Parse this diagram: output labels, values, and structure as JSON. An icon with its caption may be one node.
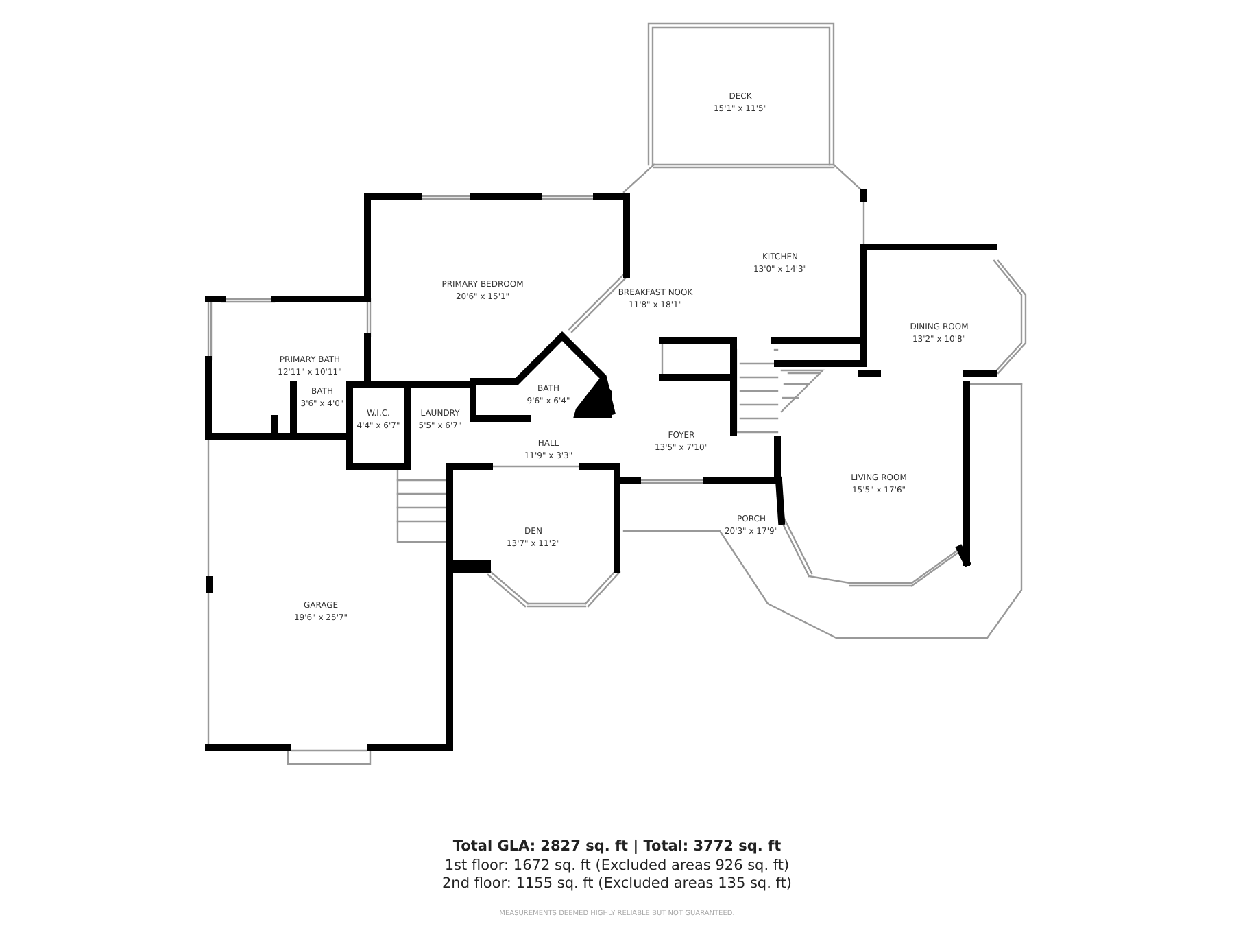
{
  "diagram": {
    "labels": [
      "DECK",
      "15'1\" x 11'5\"",
      "PRIMARY BEDROOM",
      "20'6\" x 15'1\"",
      "KITCHEN",
      "13'0\" x 14'3\"",
      "BREAKFAST NOOK",
      "11'8\" x 18'1\"",
      "DINING ROOM",
      "13'2\" x 10'8\"",
      "PRIMARY BATH",
      "12'11\" x 10'11\"",
      "BATH",
      "9'6\" x 6'4\"",
      "BATH",
      "3'6\" x 4'0\"",
      "W.I.C.",
      "4'4\" x 6'7\"",
      "LAUNDRY",
      "5'5\" x 6'7\"",
      "FOYER",
      "13'5\" x 7'10\"",
      "HALL",
      "11'9\" x 3'3\"",
      "LIVING ROOM",
      "15'5\" x 17'6\"",
      "PORCH",
      "20'3\" x 17'9\"",
      "DEN",
      "13'7\" x 11'2\"",
      "GARAGE",
      "19'6\" x 25'7\"",
      "Total GLA: 2827 sq. ft | Total: 3772 sq. ft",
      "1st floor: 1672 sq. ft (Excluded areas 926 sq. ft)",
      "2nd floor: 1155 sq. ft (Excluded areas 135 sq. ft)",
      "MEASUREMENTS DEEMED HIGHLY RELIABLE BUT NOT GUARANTEED."
    ]
  }
}
